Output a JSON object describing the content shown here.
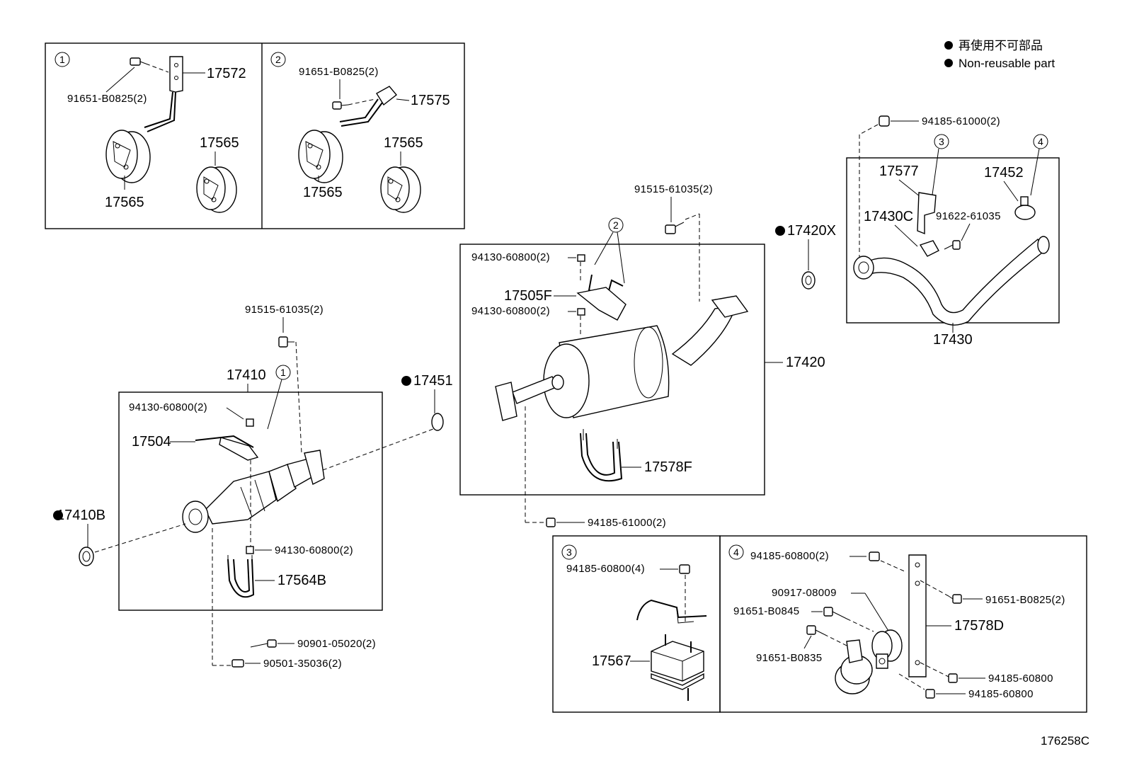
{
  "legend": {
    "note_ja": "再使用不可部品",
    "note_en": "Non-reusable part"
  },
  "diagram_code": "176258C",
  "panel1": {
    "circle": "1",
    "part_bracket": "17572",
    "bolt": "91651-B0825(2)",
    "mount_a": "17565",
    "mount_b": "17565"
  },
  "panel2": {
    "circle": "2",
    "bolt": "91651-B0825(2)",
    "part_bracket": "17575",
    "mount_a": "17565",
    "mount_b": "17565"
  },
  "converter": {
    "bolt_top": "91515-61035(2)",
    "assembly": "17410",
    "circle": "1",
    "nut_top": "94130-60800(2)",
    "bracket": "17504",
    "gasket": "17410B",
    "nut_bottom": "94130-60800(2)",
    "clamp": "17564B",
    "bolt_a": "90901-05020(2)",
    "bolt_b": "90501-35036(2)",
    "ring": "17451"
  },
  "muffler": {
    "bolt_top": "91515-61035(2)",
    "circle": "2",
    "nut_a": "94130-60800(2)",
    "bracket": "17505F",
    "nut_b": "94130-60800(2)",
    "assembly": "17420",
    "clamp": "17578F",
    "nut_bottom": "94185-61000(2)"
  },
  "gasket_x": "17420X",
  "tailpipe": {
    "nut_top": "94185-61000(2)",
    "circle3": "3",
    "circle4": "4",
    "bracket": "17577",
    "clamp": "17452",
    "insulator": "17430C",
    "bolt": "91622-61035",
    "assembly": "17430"
  },
  "panel3": {
    "circle": "3",
    "nut": "94185-60800(4)",
    "mount": "17567"
  },
  "panel4": {
    "circle": "4",
    "nut_top": "94185-60800(2)",
    "damper": "90917-08009",
    "bolt_a": "91651-B0845",
    "bolt_b": "91651-B0835",
    "bolt_c": "91651-B0825(2)",
    "bracket": "17578D",
    "nut_a": "94185-60800",
    "nut_b": "94185-60800"
  }
}
